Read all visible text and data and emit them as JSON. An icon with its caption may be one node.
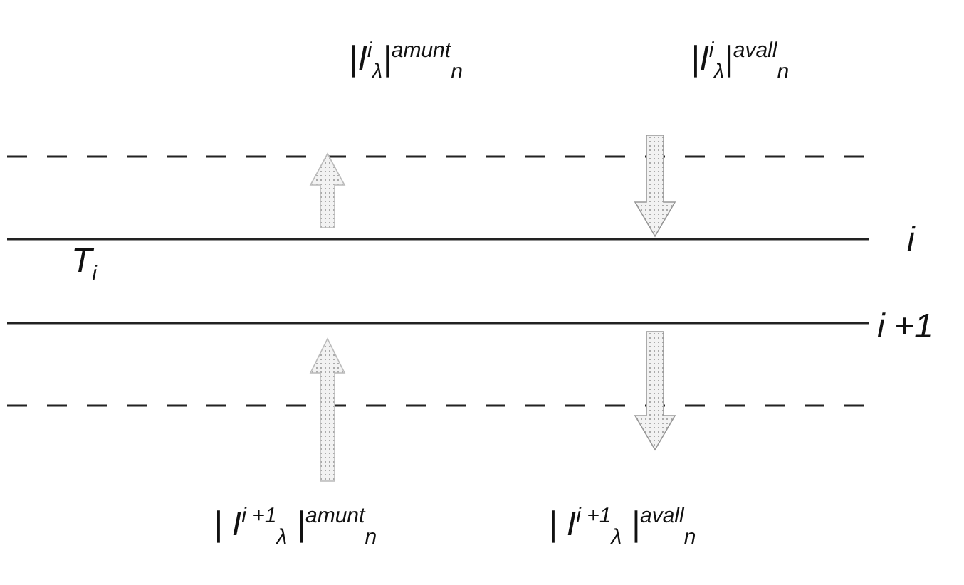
{
  "diagram": {
    "labels": [
      "|I$^{i}$$_{λ}$|$^{amunt}$$_{n}$",
      "|I$^{i}$$_{λ}$|$^{avall}$$_{n}$",
      "i",
      "T$_{i}$",
      "i +1",
      "| I$^{i +1}$$_{λ}$ |$^{amunt}$$_{n}$",
      "| I$^{i +1}$$_{λ}$ |$^{avall}$$_{n}$"
    ]
  }
}
